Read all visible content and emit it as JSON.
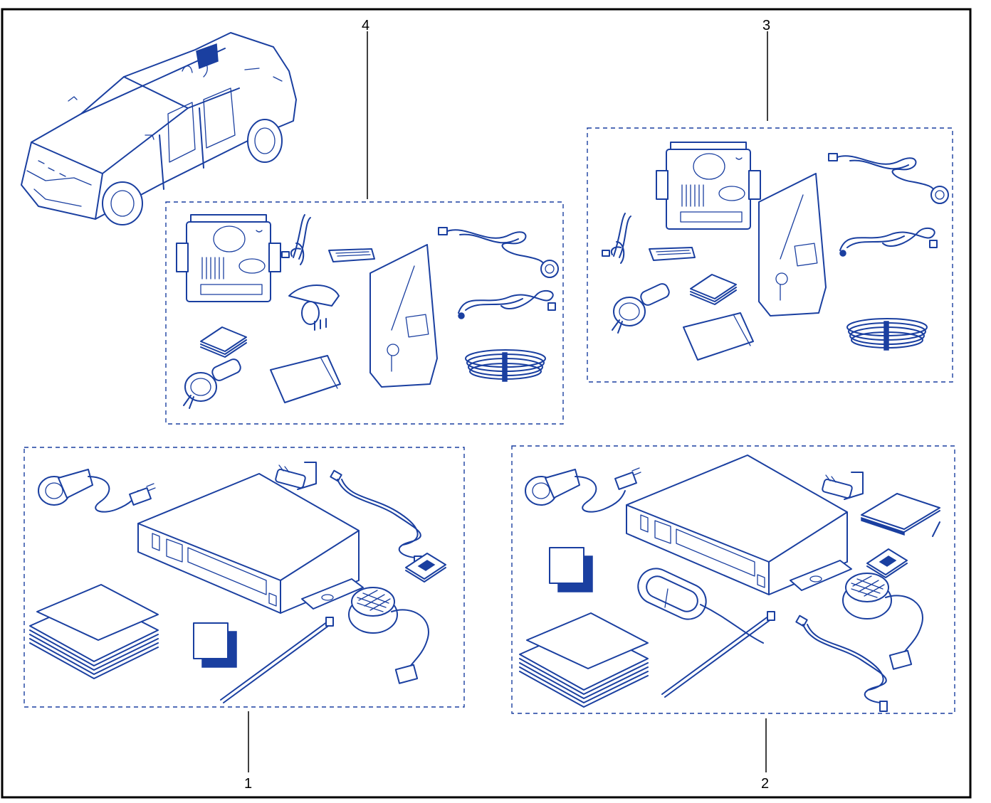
{
  "diagram": {
    "callouts": [
      "4",
      "3",
      "1",
      "2"
    ],
    "colors": {
      "line": "#1a3fa0",
      "frame": "#000000",
      "background": "#ffffff"
    },
    "kits": [
      {
        "label": "4",
        "items": [
          "control-unit-icon",
          "antenna-cable-icon",
          "sensor-mount-icon",
          "cable-with-ring-icon",
          "adhesive-pads-icon",
          "sealant-bag-icon",
          "hole-saw-icon",
          "adhesive-strip-icon",
          "cable-bundle-icon"
        ]
      },
      {
        "label": "3",
        "items": [
          "control-unit-icon",
          "antenna-cable-icon",
          "cable-with-ring-icon",
          "sealant-bag-icon",
          "adhesive-pads-icon",
          "hole-saw-icon",
          "adhesive-strip-icon",
          "cable-bundle-icon"
        ]
      },
      {
        "label": "1",
        "items": [
          "sensor-icon",
          "connector-icon",
          "control-box-icon",
          "bracket-connector-icon",
          "coax-cable-icon",
          "cable-clip-icon",
          "manuals-icon",
          "sticker-icon",
          "cable-tie-icon",
          "buzzer-icon"
        ]
      },
      {
        "label": "2",
        "items": [
          "sensor-icon",
          "connector-icon",
          "control-box-icon",
          "bracket-connector-icon",
          "adhesive-pad-icon",
          "sticker-icon",
          "cable-clip-icon",
          "display-icon",
          "buzzer-icon",
          "manuals-icon",
          "cable-tie-icon",
          "coax-cable-icon"
        ]
      }
    ]
  }
}
